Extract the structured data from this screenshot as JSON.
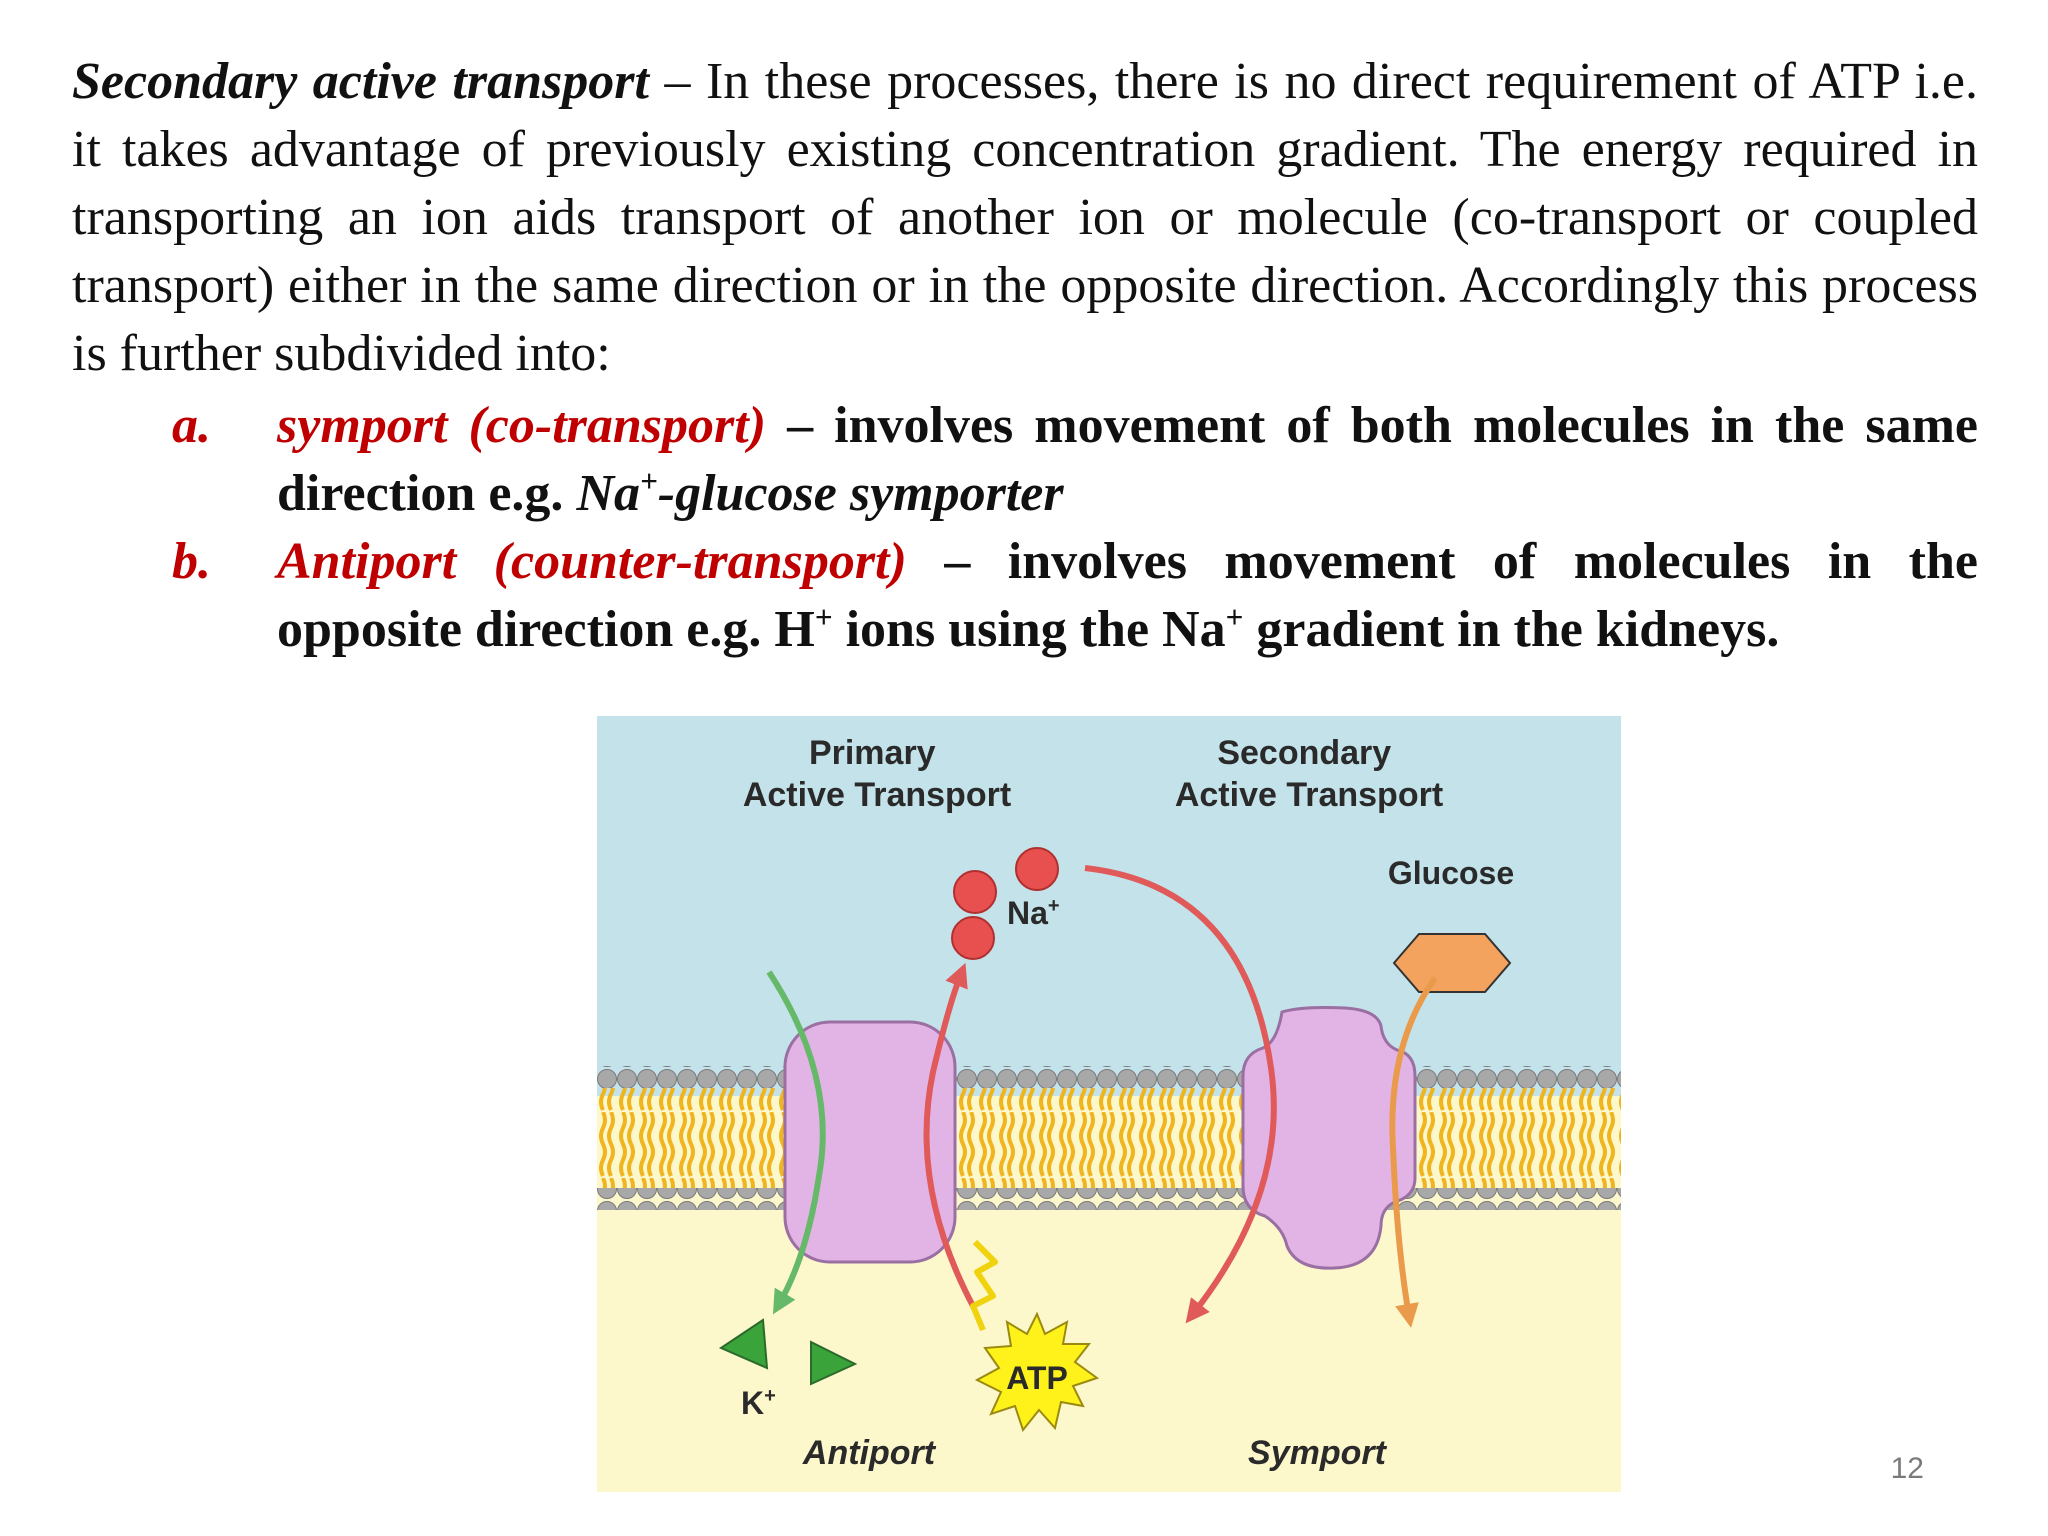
{
  "paragraph": {
    "heading": "Secondary active transport",
    "text": " – In these processes, there is no direct requirement of ATP i.e. it takes advantage of previously existing concentration gradient. The energy required in transporting an ion aids transport of another ion or molecule (co-transport or coupled transport) either in the same direction or in the opposite direction. Accordingly this process is further subdivided into:"
  },
  "items": [
    {
      "marker": "a.",
      "term": "symport (co-transport)",
      "desc": " – involves movement of both molecules in the same direction e.g. ",
      "example_pre": "Na",
      "example_sup": "+",
      "example_post": "-glucose symporter"
    },
    {
      "marker": "b.",
      "term": "Antiport (counter-transport)",
      "desc": " – involves movement of molecules in the opposite direction e.g. H",
      "sup1": "+",
      "mid": " ions using the Na",
      "sup2": "+",
      "end": " gradient in the kidneys."
    }
  ],
  "diagram": {
    "primary_line1": "Primary",
    "primary_line2": "Active Transport",
    "secondary_line1": "Secondary",
    "secondary_line2": "Active Transport",
    "glucose": "Glucose",
    "na": "Na",
    "na_sup": "+",
    "k": "K",
    "k_sup": "+",
    "atp": "ATP",
    "antiport": "Antiport",
    "symport": "Symport",
    "colors": {
      "outside": "#c3e2ea",
      "inside": "#fdf7cc",
      "protein": "#e2b4e6",
      "membrane_head": "#a8a8a8",
      "membrane_tail": "#f0b41e",
      "na_ion": "#e85050",
      "k_ion": "#3aa33a",
      "glucose": "#f4a35e",
      "atp": "#fff21a"
    }
  },
  "page_number": "12"
}
